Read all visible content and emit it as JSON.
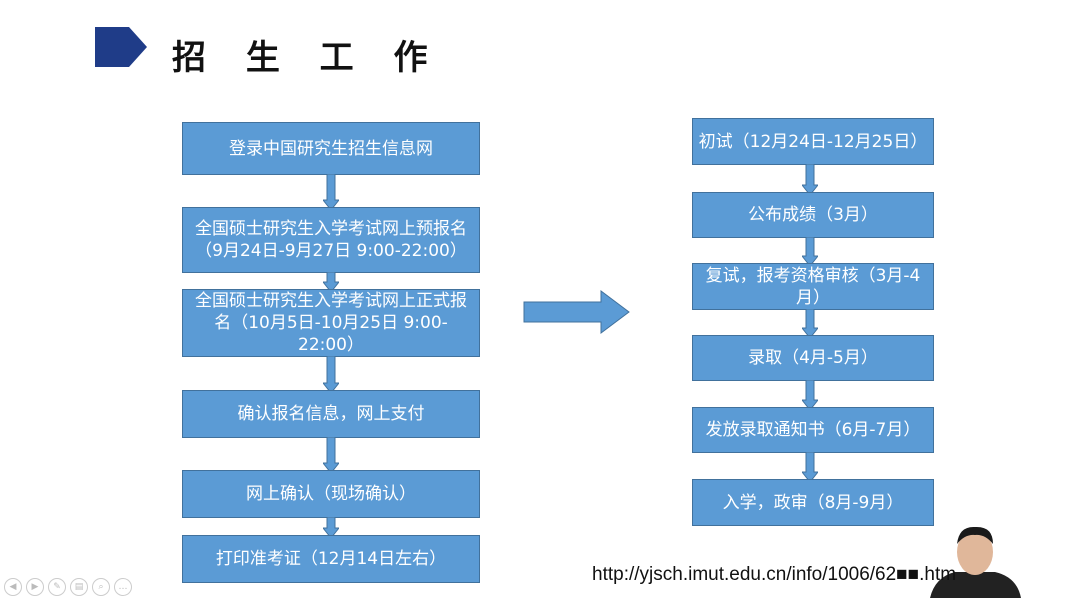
{
  "title": "招 生 工 作",
  "left_steps": [
    "登录中国研究生招生信息网",
    "全国硕士研究生入学考试网上预报名（9月24日-9月27日 9:00-22:00）",
    "全国硕士研究生入学考试网上正式报名（10月5日-10月25日 9:00-22:00）",
    "确认报名信息，网上支付",
    "网上确认（现场确认）",
    "打印准考证（12月14日左右）"
  ],
  "right_steps": [
    "初试（12月24日-12月25日）",
    "公布成绩（3月）",
    "复试，报考资格审核（3月-4月）",
    "录取（4月-5月）",
    "发放录取通知书（6月-7月）",
    "入学，政审（8月-9月）"
  ],
  "url": "http://yjsch.imut.edu.cn/info/1006/62■■.htm",
  "controls": [
    "prev",
    "next",
    "pen",
    "slides",
    "zoom",
    "more"
  ],
  "colors": {
    "box": "#5b9bd5",
    "border": "#41719c",
    "title_mark": "#1f3c88"
  }
}
